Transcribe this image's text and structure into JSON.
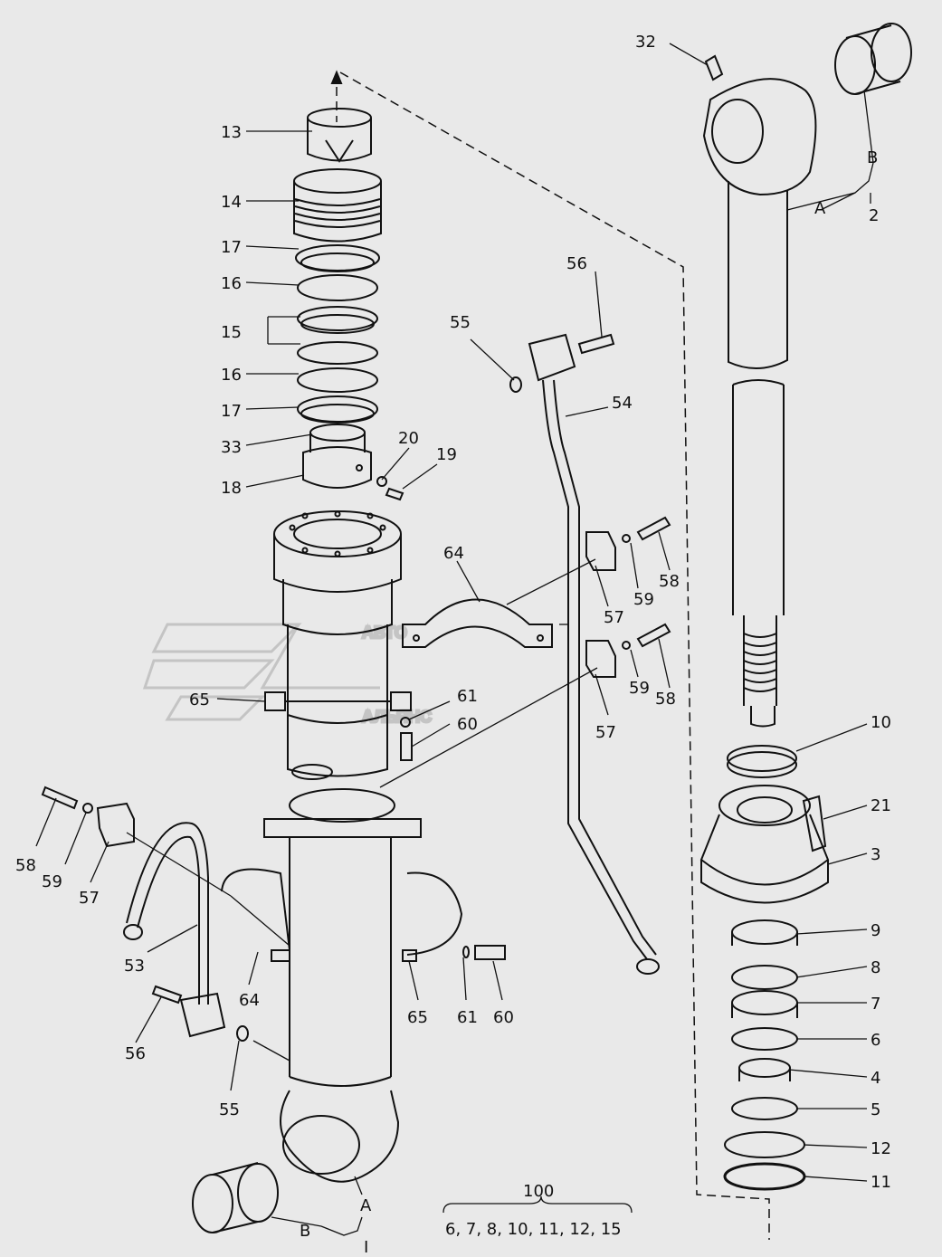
{
  "drawing": {
    "background": "#e9e9e9",
    "line_color": "#111111",
    "watermark_color": "#c8c8c8"
  },
  "watermark": {
    "line1": "АВТО",
    "line2": "АЛЬЯНС"
  },
  "labels": {
    "l13": "13",
    "l14": "14",
    "l17a": "17",
    "l16a": "16",
    "l15": "15",
    "l16b": "16",
    "l17b": "17",
    "l33": "33",
    "l18": "18",
    "l20": "20",
    "l19": "19",
    "l32": "32",
    "lB_top": "B",
    "lA_top": "A",
    "l2": "2",
    "l56_top": "56",
    "l55_top": "55",
    "l54": "54",
    "l64_top": "64",
    "l65_top": "65",
    "l61_top": "61",
    "l60_top": "60",
    "l57a": "57",
    "l59a": "59",
    "l58a": "58",
    "l57b": "57",
    "l59b": "59",
    "l58b": "58",
    "l58c": "58",
    "l59c": "59",
    "l57c": "57",
    "l53": "53",
    "l64_bot": "64",
    "l65_bot": "65",
    "l61_bot": "61",
    "l60_bot": "60",
    "l56_bot": "56",
    "l55_bot": "55",
    "lA_bot": "A",
    "lB_bot": "B",
    "l1": "I",
    "l10": "10",
    "l21": "21",
    "l3": "3",
    "l9": "9",
    "l8": "8",
    "l7": "7",
    "l6": "6",
    "l4": "4",
    "l5": "5",
    "l12": "12",
    "l11": "11",
    "kit_number": "100",
    "kit_parts": "6, 7, 8, 10, 11, 12, 15"
  }
}
